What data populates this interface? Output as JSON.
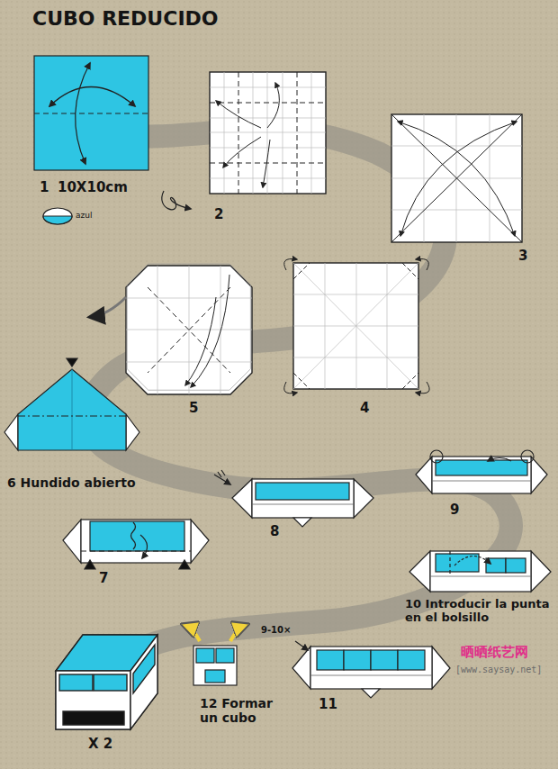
{
  "diagram": {
    "title": "CUBO REDUCIDO",
    "labels": [
      "1",
      "10X10cm",
      "azul",
      "2",
      "3",
      "4",
      "5",
      "6 Hundido abierto",
      "7",
      "8",
      "9",
      "10 Introducir la punta en el bolsillo",
      "9-10×",
      "11",
      "12 Formar un cubo",
      "X 2",
      "晒晒纸艺网",
      "[www.saysay.net]"
    ]
  }
}
